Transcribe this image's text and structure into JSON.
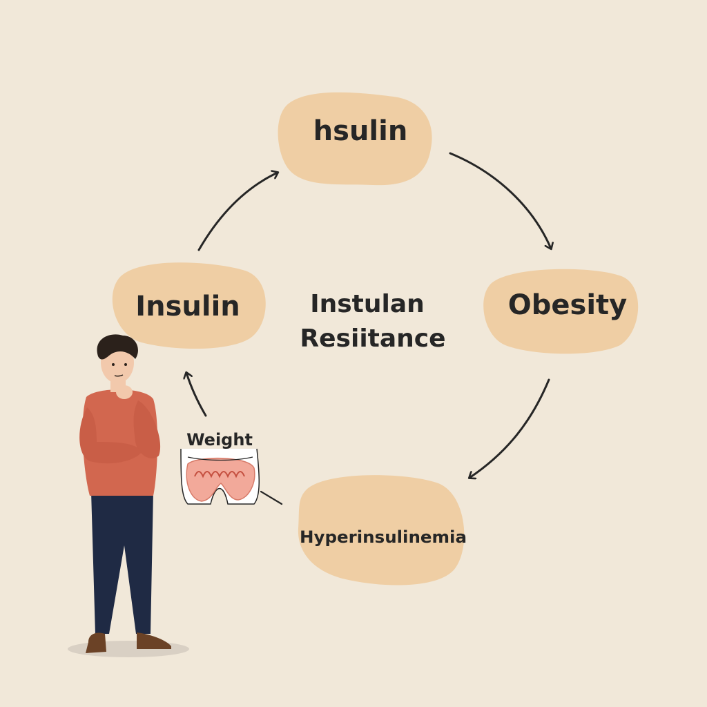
{
  "colors": {
    "background": "#f1e8d9",
    "blob": "#efcea4",
    "text": "#262626",
    "sweater": "#d2674f",
    "pants": "#1f2a44",
    "skin": "#f2c9ac",
    "hair": "#2b211b",
    "shoes": "#6b4226"
  },
  "nodes": {
    "top": "hsulin",
    "left": "Insulin",
    "right": "Obesity",
    "bottom": "Hyperinsulinemia",
    "center_line1": "Instulan",
    "center_line2": "Resiitance"
  },
  "side_label": "Weight",
  "icons": {
    "person": "thinking-person-icon",
    "gut": "intestine-icon"
  }
}
